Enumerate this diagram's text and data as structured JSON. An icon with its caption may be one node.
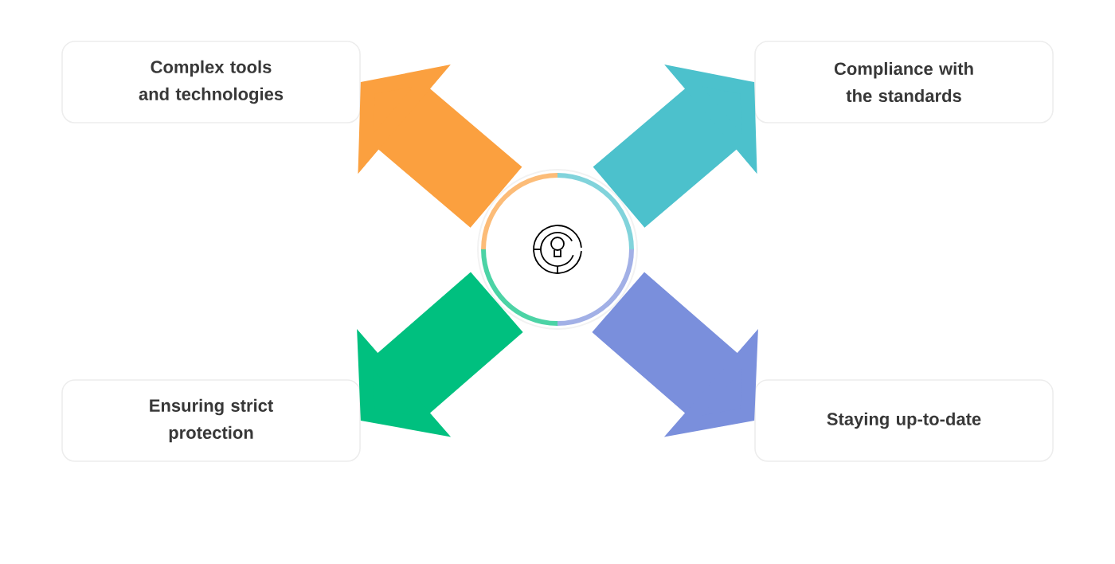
{
  "diagram": {
    "nodes": [
      {
        "text": [
          "Complex tools and technologies"
        ]
      },
      {
        "text": [
          "Compliance with the standards"
        ]
      },
      {
        "text": [
          "Ensuring strict protection"
        ]
      },
      {
        "text": [
          "Staying up-to-date"
        ]
      },
      {
        "text": [],
        "shape": "circle"
      }
    ],
    "edges": [
      {
        "from": 4,
        "to": 0,
        "arrow": "to",
        "color": "#fba03f"
      },
      {
        "from": 4,
        "to": 1,
        "arrow": "to",
        "color": "#4cc1cc"
      },
      {
        "from": 4,
        "to": 2,
        "arrow": "to",
        "color": "#00c07f"
      },
      {
        "from": 4,
        "to": 3,
        "arrow": "to",
        "color": "#7a8fdc"
      }
    ]
  }
}
